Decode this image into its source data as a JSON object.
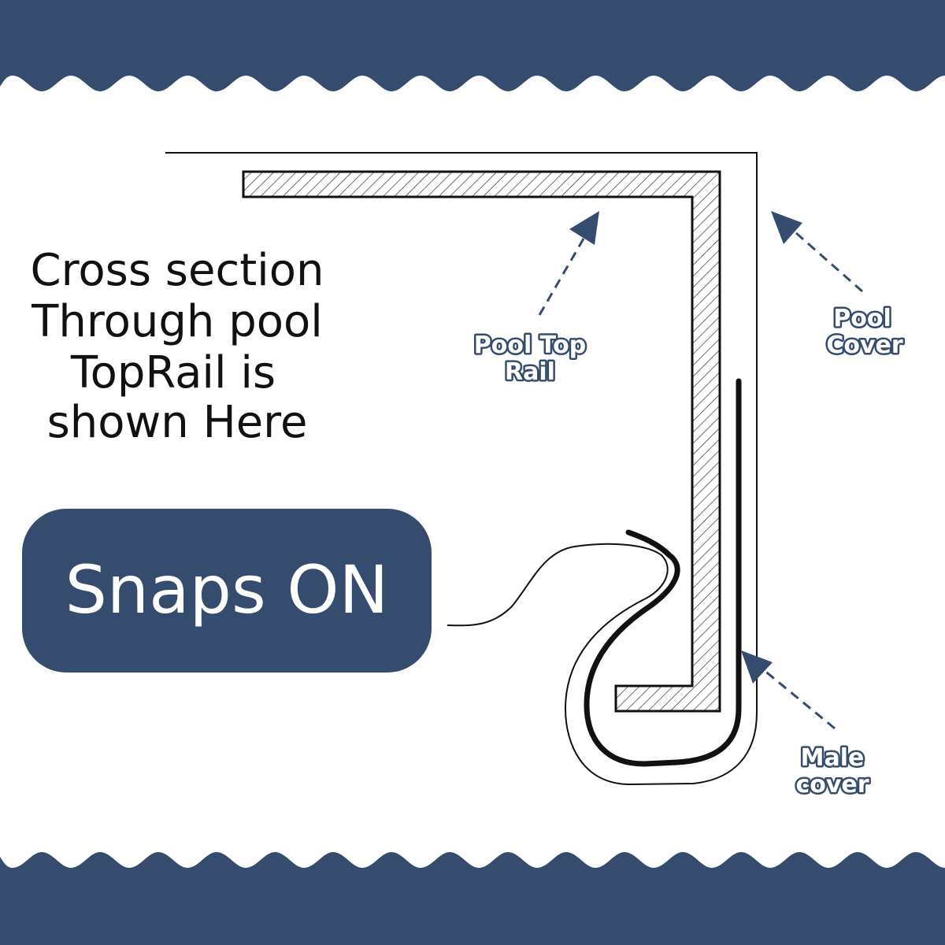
{
  "colors": {
    "band": "#364c6e",
    "ink": "#111111",
    "label_fill": "#ffffff",
    "label_outline": "#364c6e",
    "background": "#ffffff"
  },
  "title_lines": [
    "Cross section",
    "Through pool",
    "TopRail is",
    "shown Here"
  ],
  "badge": {
    "label": "Snaps ON"
  },
  "labels": {
    "top_rail": [
      "Pool Top",
      "Rail"
    ],
    "pool_cover": [
      "Pool",
      "Cover"
    ],
    "male_cover": [
      "Male",
      "cover"
    ]
  }
}
